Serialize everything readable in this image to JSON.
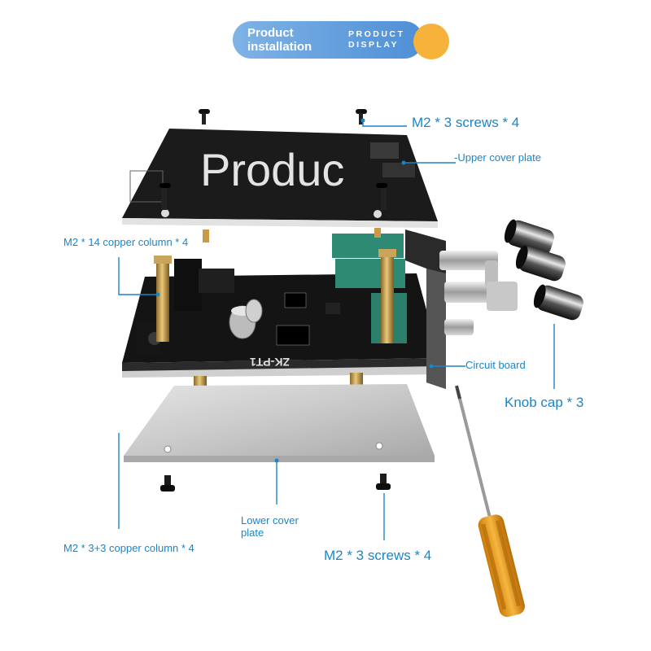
{
  "header": {
    "title_line1": "Product",
    "title_line2": "installation",
    "sub_line1": "PRODUCT",
    "sub_line2": "DISPLAY"
  },
  "watermark": "Produc",
  "board_text": "ZK-PT1",
  "labels": {
    "top_screws": "M2 * 3 screws * 4",
    "upper_cover": "-Upper cover plate",
    "copper14": "M2 * 14 copper column * 4",
    "circuit_board": "Circuit board",
    "knob_cap": "Knob cap * 3",
    "lower_cover_1": "Lower cover",
    "lower_cover_2": "plate",
    "copper33": "M2 * 3+3 copper column * 4",
    "bottom_screws": "M2 * 3 screws * 4"
  },
  "colors": {
    "accent": "#1a86c7",
    "header_blue": "#5a9ad9",
    "header_dot": "#f6b23a"
  }
}
